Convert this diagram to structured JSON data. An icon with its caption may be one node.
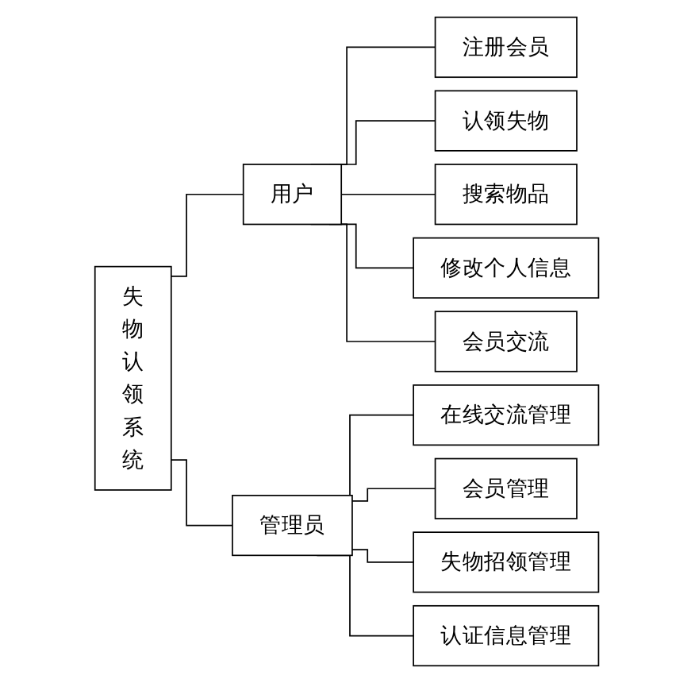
{
  "diagram": {
    "nodes": [
      {
        "text": [
          "失物认领系统"
        ]
      },
      {
        "text": [
          "用户"
        ]
      },
      {
        "text": [
          "管理员"
        ]
      },
      {
        "text": [
          "注册会员"
        ]
      },
      {
        "text": [
          "认领失物"
        ]
      },
      {
        "text": [
          "搜索物品"
        ]
      },
      {
        "text": [
          "修改个人信息"
        ]
      },
      {
        "text": [
          "会员交流"
        ]
      },
      {
        "text": [
          "在线交流管理"
        ]
      },
      {
        "text": [
          "会员管理"
        ]
      },
      {
        "text": [
          "失物招领管理"
        ]
      },
      {
        "text": [
          "认证信息管理"
        ]
      }
    ],
    "edges": [
      {
        "from": 0,
        "to": 1,
        "arrow": "none"
      },
      {
        "from": 0,
        "to": 2,
        "arrow": "none"
      },
      {
        "from": 1,
        "to": 3,
        "arrow": "none"
      },
      {
        "from": 1,
        "to": 4,
        "arrow": "none"
      },
      {
        "from": 1,
        "to": 5,
        "arrow": "none"
      },
      {
        "from": 1,
        "to": 6,
        "arrow": "none"
      },
      {
        "from": 1,
        "to": 7,
        "arrow": "none"
      },
      {
        "from": 2,
        "to": 8,
        "arrow": "none"
      },
      {
        "from": 2,
        "to": 9,
        "arrow": "none"
      },
      {
        "from": 2,
        "to": 10,
        "arrow": "none"
      },
      {
        "from": 2,
        "to": 11,
        "arrow": "none"
      }
    ]
  }
}
